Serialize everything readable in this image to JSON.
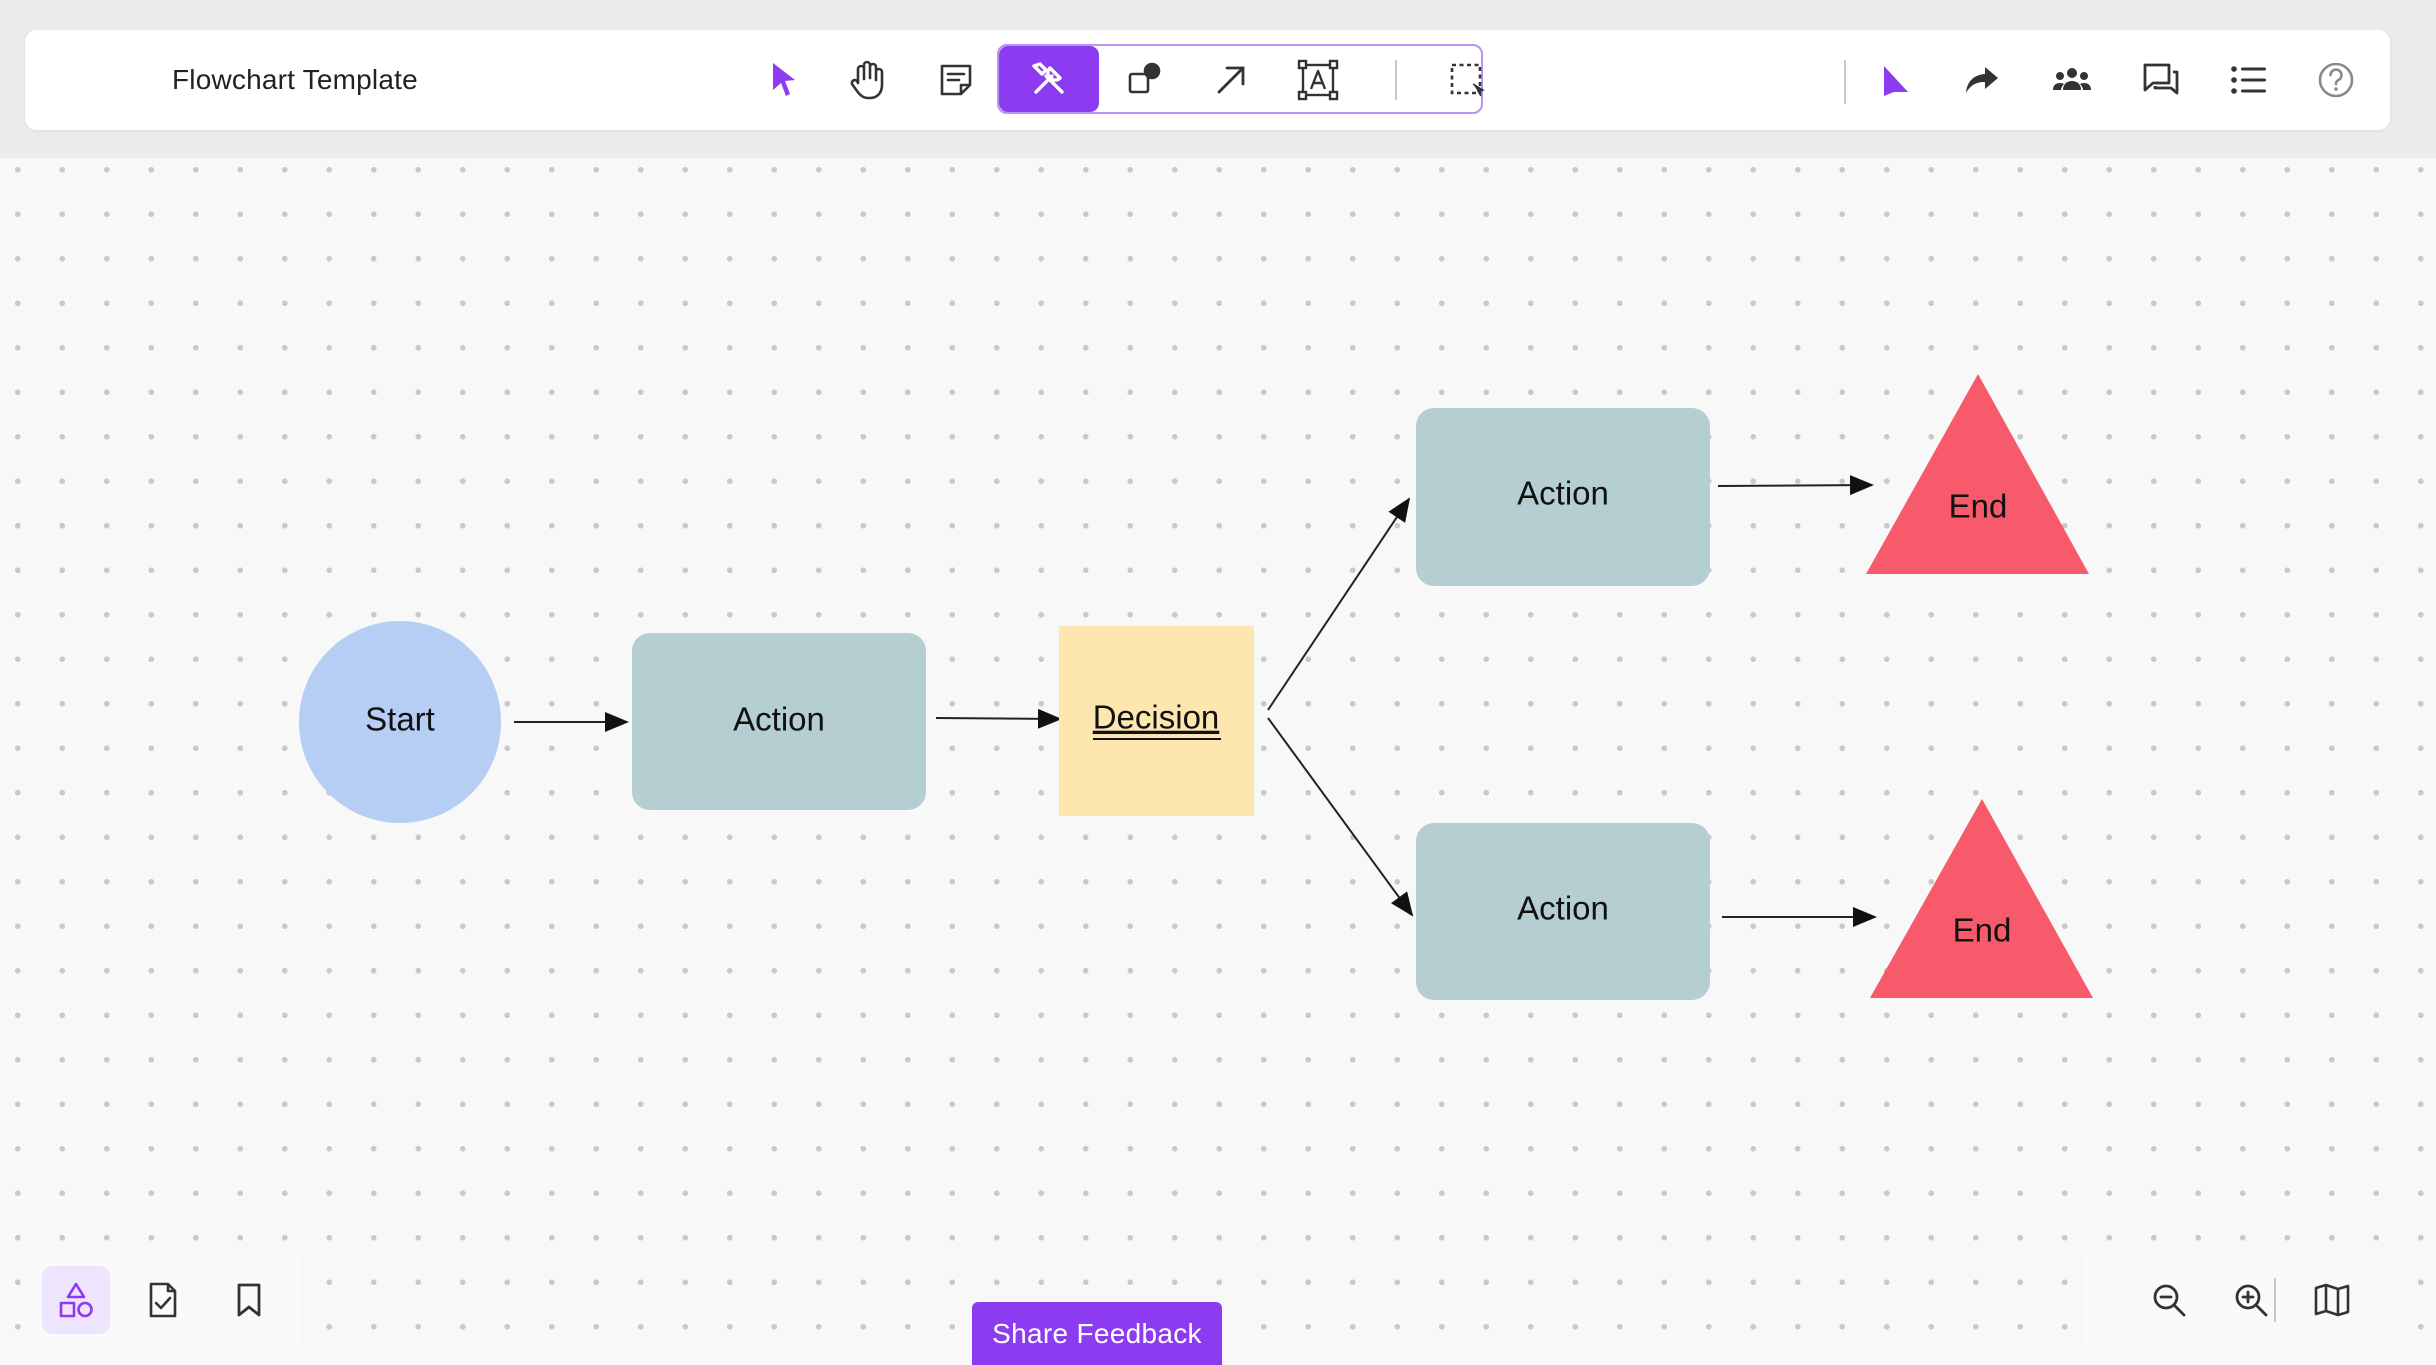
{
  "header": {
    "title": "Flowchart Template"
  },
  "toolbar": {
    "tools": [
      {
        "icon": "cursor-arrow-icon"
      },
      {
        "icon": "hand-pan-icon"
      },
      {
        "icon": "sticky-note-icon"
      },
      {
        "icon": "build-tools-icon",
        "active": true
      },
      {
        "icon": "shapes-icon"
      },
      {
        "icon": "arrow-line-icon"
      },
      {
        "icon": "text-box-icon"
      },
      {
        "icon": "select-frame-icon"
      }
    ],
    "right_actions": [
      {
        "icon": "present-play-icon"
      },
      {
        "icon": "share-arrow-icon"
      },
      {
        "icon": "collaborators-icon"
      },
      {
        "icon": "comments-icon"
      },
      {
        "icon": "outline-list-icon"
      },
      {
        "icon": "help-icon"
      }
    ]
  },
  "diagram": {
    "nodes": {
      "start": {
        "label": "Start",
        "shape": "circle",
        "color": "#b6cdf4"
      },
      "action1": {
        "label": "Action",
        "shape": "rounded-rect",
        "color": "#b4ced2"
      },
      "decision": {
        "label": "Decision",
        "shape": "square",
        "color": "#fde7ae"
      },
      "action2": {
        "label": "Action",
        "shape": "rounded-rect",
        "color": "#b4ced2"
      },
      "action3": {
        "label": "Action",
        "shape": "rounded-rect",
        "color": "#b4ced2"
      },
      "end1": {
        "label": "End",
        "shape": "triangle",
        "color": "#f75a6b"
      },
      "end2": {
        "label": "End",
        "shape": "triangle",
        "color": "#f75a6b"
      }
    }
  },
  "bottom_left": {
    "buttons": [
      {
        "icon": "shapes-library-icon",
        "active": true
      },
      {
        "icon": "checklist-doc-icon"
      },
      {
        "icon": "bookmark-icon"
      }
    ]
  },
  "bottom_right": {
    "buttons": [
      {
        "icon": "zoom-out-icon"
      },
      {
        "icon": "zoom-in-icon"
      },
      {
        "icon": "map-icon"
      }
    ]
  },
  "feedback": {
    "label": "Share Feedback"
  },
  "colors": {
    "accent": "#8c3bf0",
    "accent_light": "#efe4fd",
    "action_fill": "#b4ced2",
    "start_fill": "#b6cdf4",
    "decision_fill": "#fde7ae",
    "end_fill": "#f75a6b"
  }
}
